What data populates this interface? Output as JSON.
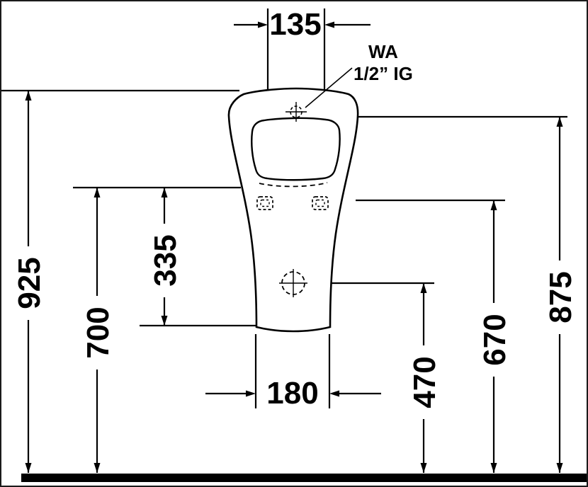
{
  "drawing": {
    "dims": {
      "top_width": "135",
      "overall_height": "925",
      "rim_height": "700",
      "rim_drop": "335",
      "bottom_width": "180",
      "outlet_height": "470",
      "fixing_height": "670",
      "inlet_height": "875"
    },
    "labels": {
      "wa": "WA",
      "inlet_thread": "1/2” IG"
    },
    "colors": {
      "line": "#000000",
      "background": "#ffffff"
    }
  }
}
